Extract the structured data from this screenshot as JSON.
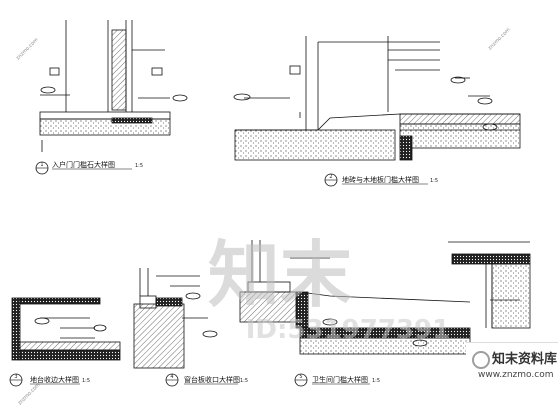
{
  "details": [
    {
      "num": "1",
      "title": "入户门门槛石大样图",
      "scale": "1:5"
    },
    {
      "num": "2",
      "title": "地砖与木地板门槛大样图",
      "scale": "1:5"
    },
    {
      "num": "3",
      "title": "地台收边大样图",
      "scale": "1:5"
    },
    {
      "num": "4",
      "title": "窗台板收口大样图",
      "scale": "1:5"
    },
    {
      "num": "5",
      "title": "卫生间门槛大样图",
      "scale": "1:5"
    }
  ],
  "watermark": {
    "big": "知末",
    "id": "ID:531977391",
    "diag_text": "znzmo.com"
  },
  "logo": {
    "name": "知末资料库",
    "url": "www.znzmo.com"
  },
  "colors": {
    "line": "#111111",
    "watermark": "#bdbdbd"
  }
}
